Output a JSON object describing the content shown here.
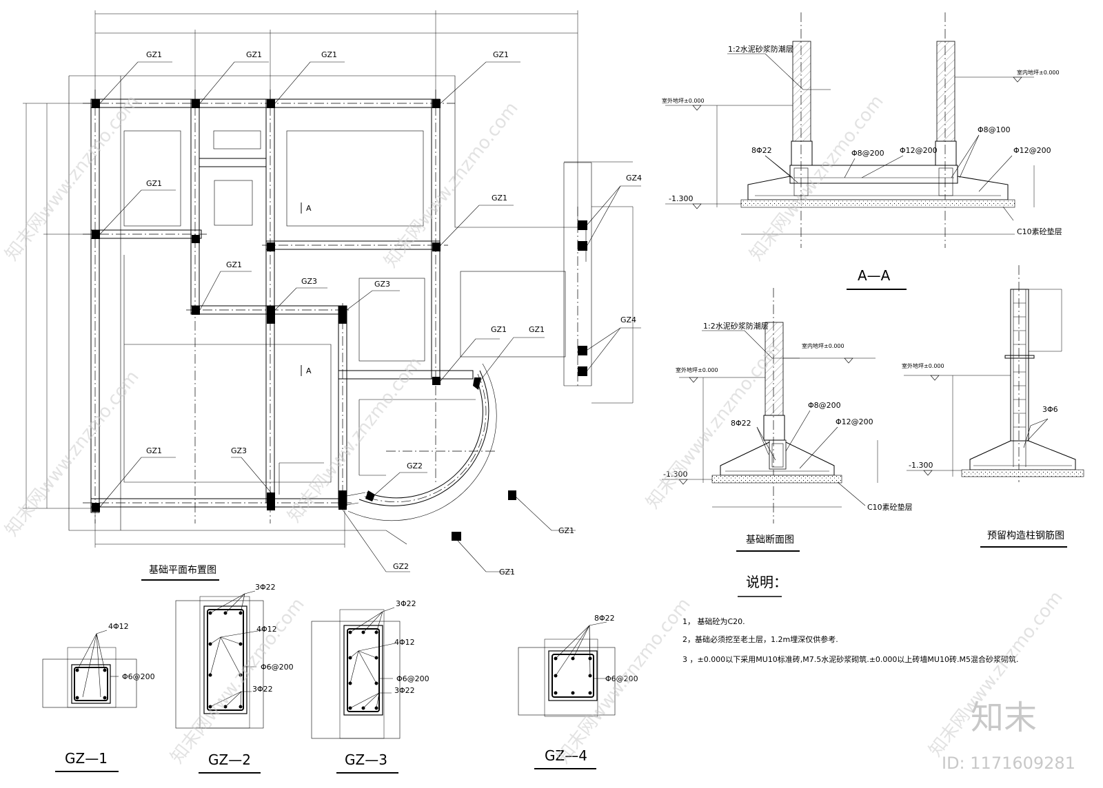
{
  "plan": {
    "title": "基础平面布置图",
    "section_mark": "A",
    "labels": {
      "gz1": "GZ1",
      "gz2": "GZ2",
      "gz3": "GZ3",
      "gz4": "GZ4"
    }
  },
  "section_aa": {
    "title": "A—A",
    "damp_layer": "1:2水泥砂浆防潮层",
    "indoor": "室内地坪±0.000",
    "outdoor": "室外地坪±0.000",
    "rebar_main": "8Φ22",
    "rebar_a": "Φ8@200",
    "rebar_b": "Φ12@200",
    "rebar_c": "Φ8@100",
    "rebar_d": "Φ12@200",
    "level": "-1.300",
    "cushion": "C10素砼垫层"
  },
  "section_found": {
    "title": "基础断面图",
    "damp_layer": "1:2水泥砂浆防潮层",
    "indoor": "室内地坪±0.000",
    "outdoor": "室外地坪±0.000",
    "rebar_main": "8Φ22",
    "rebar_a": "Φ8@200",
    "rebar_b": "Φ12@200",
    "level": "-1.300",
    "cushion": "C10素砼垫层"
  },
  "section_col": {
    "title": "预留构造柱钢筋图",
    "outdoor": "室外地坪±0.000",
    "rebar": "3Φ6",
    "level": "-1.300"
  },
  "notes": {
    "heading": "说明：",
    "items": [
      "1，  基础砼为C20.",
      "2，基础必须挖至老土层，1.2m埋深仅供参考.",
      "3 ，±0.000以下采用MU10标准砖,M7.5水泥砂浆砌筑.±0.000以上砖墙MU10砖.M5混合砂浆砌筑."
    ]
  },
  "columns": [
    {
      "title": "GZ—1",
      "rebar1": "4Φ12",
      "stirrup": "Φ6@200"
    },
    {
      "title": "GZ—2",
      "rebar1": "3Φ22",
      "rebar2": "4Φ12",
      "stirrup": "Φ6@200",
      "rebar3": "3Φ22"
    },
    {
      "title": "GZ—3",
      "rebar1": "3Φ22",
      "rebar2": "4Φ12",
      "stirrup": "Φ6@200",
      "rebar3": "3Φ22"
    },
    {
      "title": "GZ—4",
      "rebar1": "8Φ22",
      "stirrup": "Φ6@200"
    }
  ],
  "branding": {
    "watermark": "知末网www.znzmo.com",
    "logo": "知末",
    "id": "ID: 1171609281"
  }
}
